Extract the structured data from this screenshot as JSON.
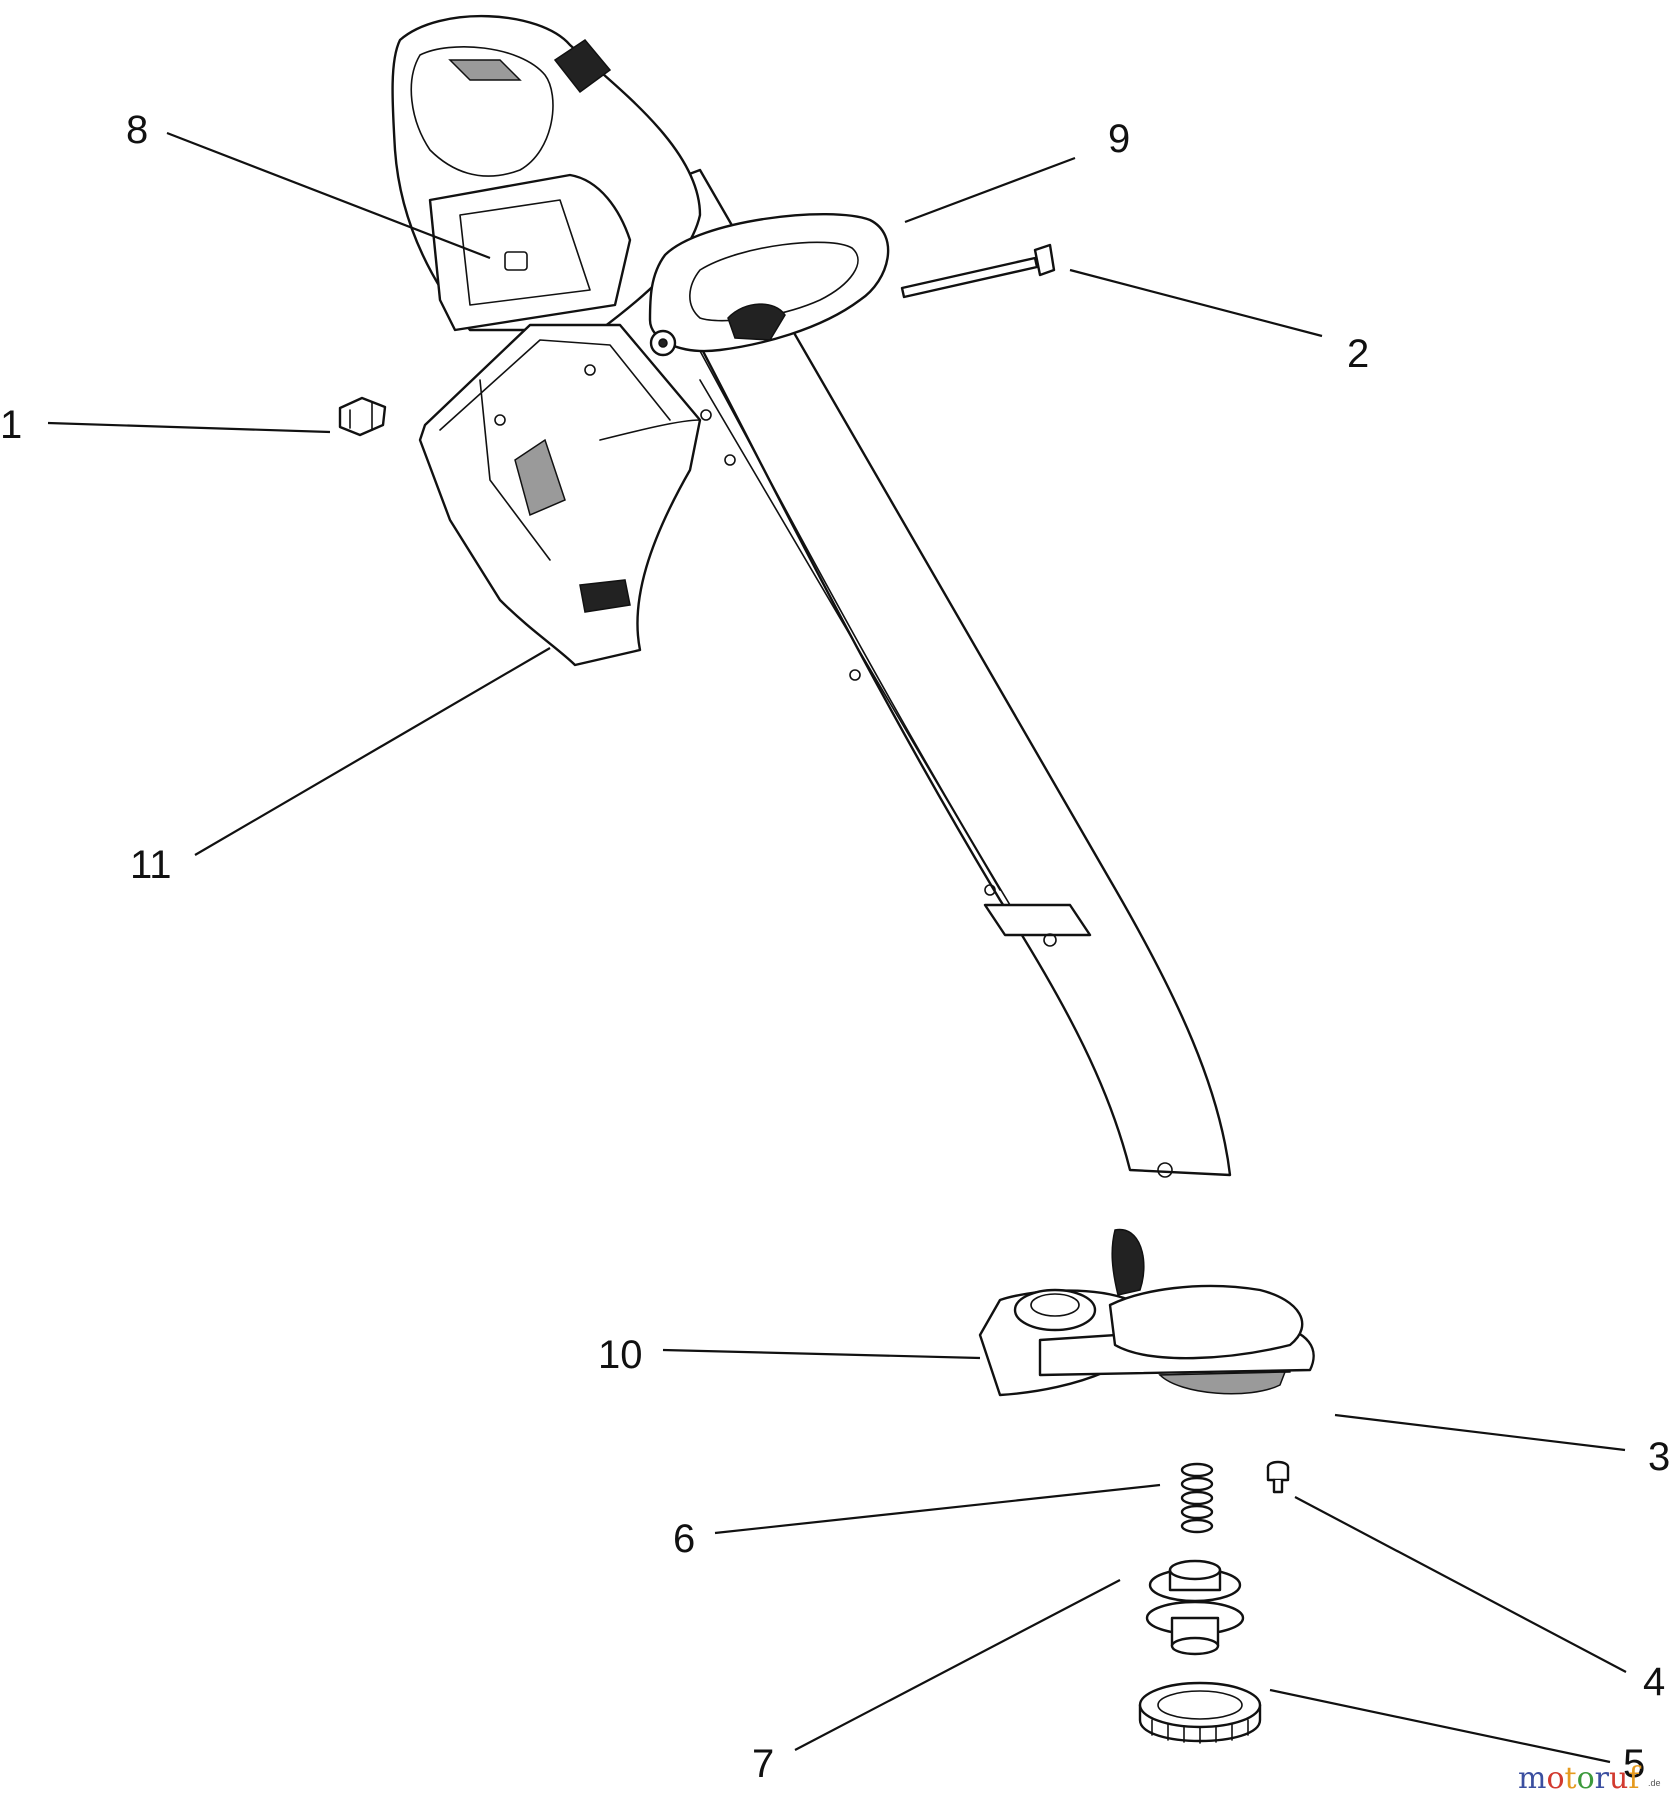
{
  "callouts": [
    {
      "id": "1",
      "label": "1"
    },
    {
      "id": "2",
      "label": "2"
    },
    {
      "id": "3",
      "label": "3"
    },
    {
      "id": "4",
      "label": "4"
    },
    {
      "id": "5",
      "label": "5"
    },
    {
      "id": "6",
      "label": "6"
    },
    {
      "id": "7",
      "label": "7"
    },
    {
      "id": "8",
      "label": "8"
    },
    {
      "id": "9",
      "label": "9"
    },
    {
      "id": "10",
      "label": "10"
    },
    {
      "id": "11",
      "label": "11"
    }
  ],
  "watermark": {
    "text": "motoruf",
    "suffix": ".de",
    "colors": [
      "#3b4fa0",
      "#d23a2f",
      "#e59a1f",
      "#3c9a3c",
      "#3b4fa0",
      "#d23a2f",
      "#e59a1f"
    ]
  }
}
